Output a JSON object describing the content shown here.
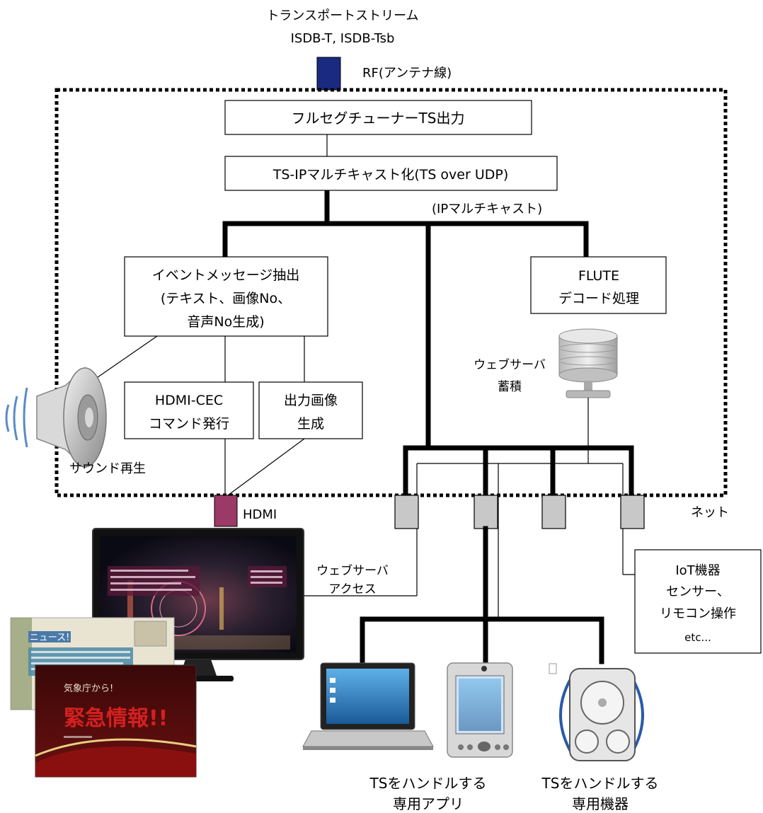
{
  "header": {
    "line1": "トランスポートストリーム",
    "line2": "ISDB-T, ISDB-Tsb"
  },
  "labels": {
    "rf": "RF(アンテナ線)",
    "ip_multicast": "(IPマルチキャスト)",
    "webserver_store_1": "ウェブサーバ",
    "webserver_store_2": "蓄積",
    "sound": "サウンド再生",
    "hdmi": "HDMI",
    "net": "ネット",
    "webserver_access_1": "ウェブサーバ",
    "webserver_access_2": "アクセス",
    "app_1": "TSをハンドルする",
    "app_2": "専用アプリ",
    "device_1": "TSをハンドルする",
    "device_2": "専用機器"
  },
  "boxes": {
    "tuner": "フルセグチューナーTS出力",
    "ts_ip": "TS-IPマルチキャスト化(TS over UDP)",
    "event_1": "イベントメッセージ抽出",
    "event_2": "(テキスト、画像No、",
    "event_3": "音声No生成)",
    "flute_1": "FLUTE",
    "flute_2": "デコード処理",
    "cec_1": "HDMI-CEC",
    "cec_2": "コマンド発行",
    "img_1": "出力画像",
    "img_2": "生成",
    "iot_1": "IoT機器",
    "iot_2": "センサー、",
    "iot_3": "リモコン操作",
    "iot_4": "etc..."
  },
  "screens": {
    "news_title": "ニュース!",
    "alert_small": "気象庁から!",
    "alert_big": "緊急情報!!"
  },
  "colors": {
    "antenna": "#1a2a80",
    "hdmi_connector": "#9b3a66",
    "alert_red": "#d42020"
  }
}
